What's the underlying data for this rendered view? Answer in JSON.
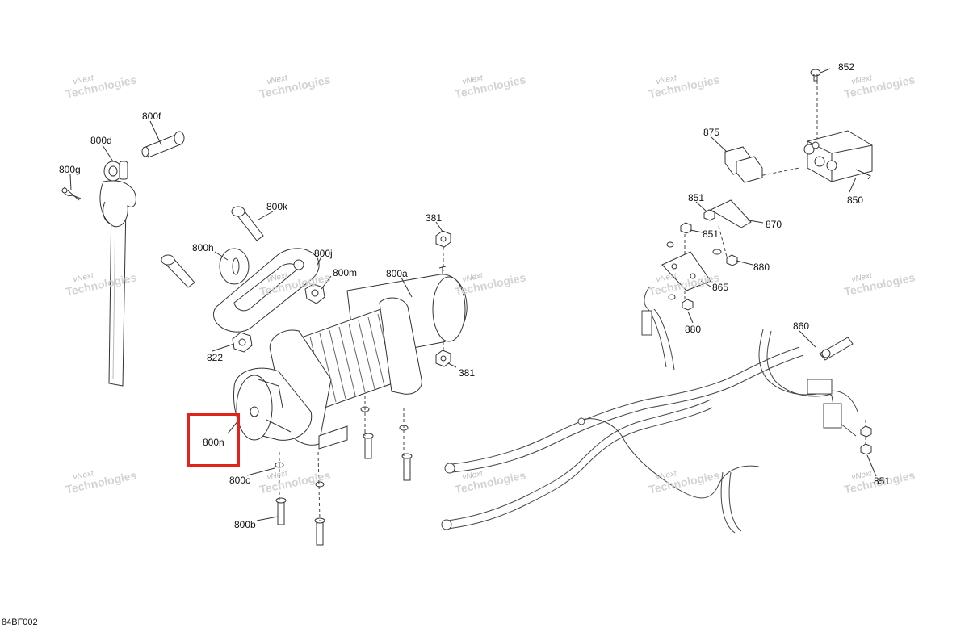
{
  "watermark": {
    "line1": "vNext",
    "line2": "Technologies"
  },
  "diagram_code": "84BF002",
  "highlight": {
    "label": "800n",
    "color": "#e0241c"
  },
  "callouts": {
    "c800f": "800f",
    "c800d": "800d",
    "c800g": "800g",
    "c800k": "800k",
    "c800h": "800h",
    "c800j": "800j",
    "c800m": "800m",
    "c800a": "800a",
    "c381_top": "381",
    "c381_bottom": "381",
    "c822": "822",
    "c800n": "800n",
    "c800c": "800c",
    "c800b": "800b",
    "c852": "852",
    "c875": "875",
    "c850": "850",
    "c851_a": "851",
    "c870": "870",
    "c851_b": "851",
    "c880_a": "880",
    "c865": "865",
    "c880_b": "880",
    "c860": "860",
    "c851_c": "851"
  }
}
